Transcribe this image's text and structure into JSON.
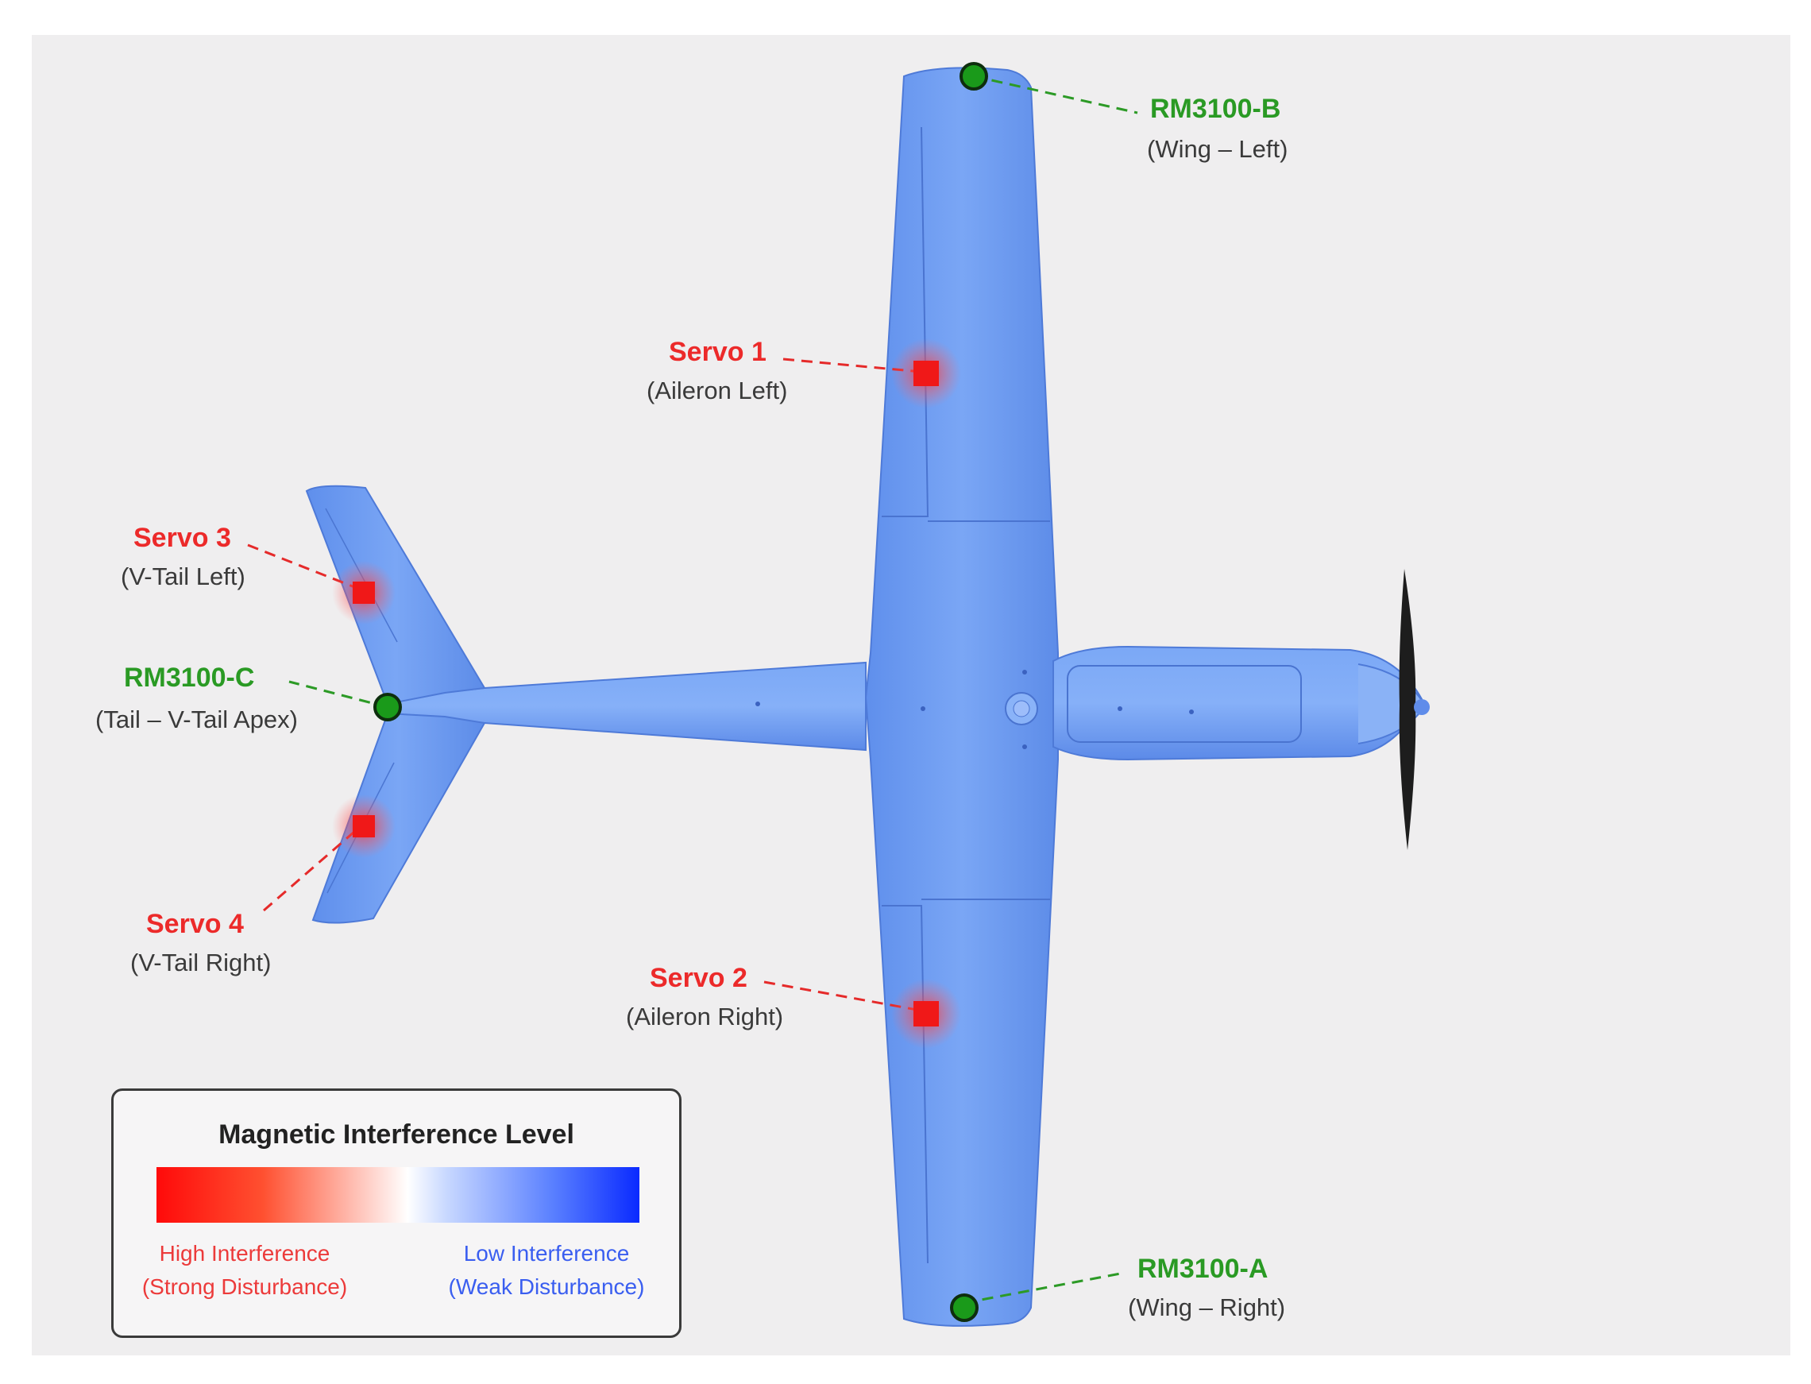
{
  "colors": {
    "sensor": "#1a9a1a",
    "servo": "#f01818",
    "airframe": "#6e9cf2",
    "background": "#efeeef"
  },
  "labels": {
    "rm3100_b": {
      "name": "RM3100-B",
      "location": "(Wing – Left)"
    },
    "rm3100_a": {
      "name": "RM3100-A",
      "location": "(Wing – Right)"
    },
    "rm3100_c": {
      "name": "RM3100-C",
      "location": "(Tail – V-Tail Apex)"
    },
    "servo_1": {
      "name": "Servo 1",
      "location": "(Aileron Left)"
    },
    "servo_2": {
      "name": "Servo 2",
      "location": "(Aileron Right)"
    },
    "servo_3": {
      "name": "Servo 3",
      "location": "(V-Tail Left)"
    },
    "servo_4": {
      "name": "Servo 4",
      "location": "(V-Tail Right)"
    }
  },
  "legend": {
    "title": "Magnetic Interference Level",
    "high_line1": "High Interference",
    "high_line2": "(Strong Disturbance)",
    "low_line1": "Low Interference",
    "low_line2": "(Weak Disturbance)"
  }
}
